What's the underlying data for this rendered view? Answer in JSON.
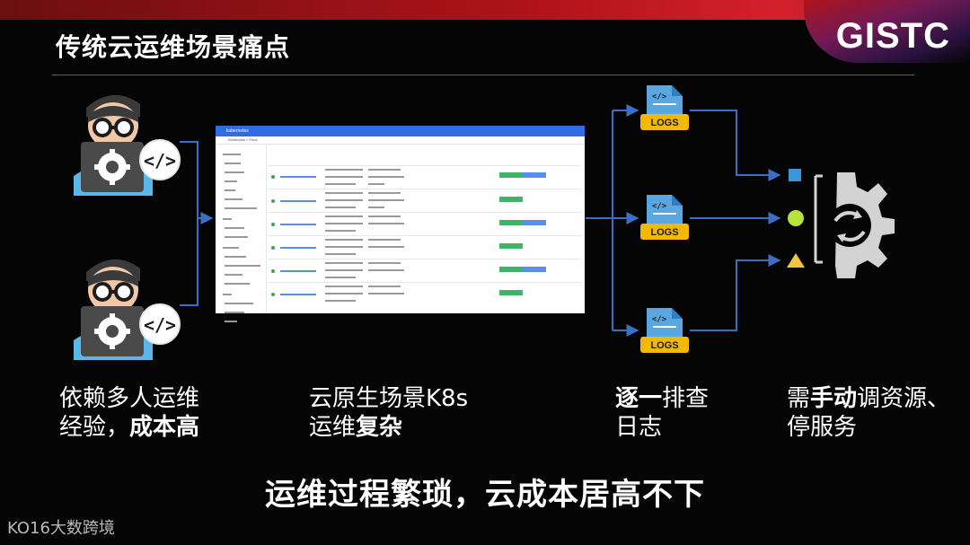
{
  "slide": {
    "title": "传统云运维场景痛点",
    "logo": "GISTC",
    "k8s_window": {
      "app_name": "kubernetes",
      "breadcrumb": "Workloads > Pods"
    },
    "logs_label": "LOGS",
    "captions": {
      "c1_line1": "依赖多人运维",
      "c1_line2_a": "经验，",
      "c1_line2_b": "成本高",
      "c2_line1": "云原生场景K8s",
      "c2_line2_a": "运维",
      "c2_line2_b": "复杂",
      "c3_line1_a": "逐一",
      "c3_line1_b": "排查",
      "c3_line2": "日志",
      "c4_line1_a": "需",
      "c4_line1_b": "手动",
      "c4_line1_c": "调资源、",
      "c4_line2": "停服务"
    },
    "bottom_text": "运维过程繁琐，云成本居高不下",
    "watermark": "KO16大数跨境"
  },
  "colors": {
    "arrow": "#3b6fc6",
    "square": "#3c96d8",
    "circle": "#b6e23a",
    "triangle": "#f3c43e",
    "logs_badge": "#f5b800",
    "doc": "#5aa6e0",
    "gear": "#d3d3d3"
  }
}
